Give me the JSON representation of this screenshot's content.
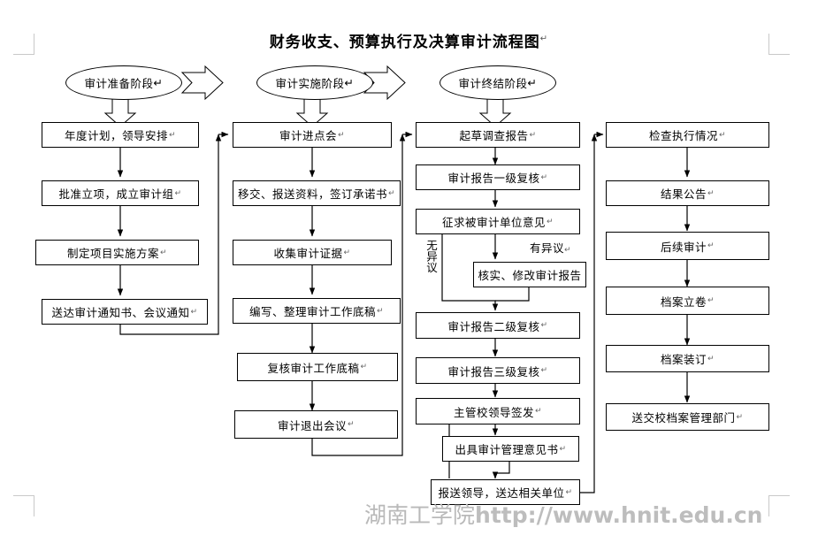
{
  "document": {
    "title": "财务收支、预算执行及决算审计流程图",
    "title_mark": "↵",
    "watermark_text": "湖南工学院",
    "watermark_url": "http://www.hnit.edu.cn"
  },
  "stages": [
    {
      "id": "stage-prepare",
      "label": "审计准备阶段",
      "mark": "↵"
    },
    {
      "id": "stage-execute",
      "label": "审计实施阶段",
      "mark": "↵"
    },
    {
      "id": "stage-conclude",
      "label": "审计终结阶段",
      "mark": "↵"
    }
  ],
  "columns": [
    {
      "id": "column-preparation",
      "nodes": [
        {
          "id": "node-annual-plan",
          "label": "年度计划，领导安排",
          "mark": "↵"
        },
        {
          "id": "node-approve-project",
          "label": "批准立项，成立审计组",
          "mark": "↵"
        },
        {
          "id": "node-implementation-plan",
          "label": "制定项目实施方案",
          "mark": "↵"
        },
        {
          "id": "node-deliver-notice",
          "label": "送达审计通知书、会议通知",
          "mark": "↵"
        }
      ]
    },
    {
      "id": "column-execution",
      "nodes": [
        {
          "id": "node-entry-meeting",
          "label": "审计进点会",
          "mark": "↵"
        },
        {
          "id": "node-submit-materials",
          "label": "移交、报送资料，签订承诺书",
          "mark": "↵"
        },
        {
          "id": "node-collect-evidence",
          "label": "收集审计证据",
          "mark": "↵"
        },
        {
          "id": "node-compile-worksheet",
          "label": "编写、整理审计工作底稿",
          "mark": "↵"
        },
        {
          "id": "node-review-worksheet",
          "label": "复核审计工作底稿",
          "mark": "↵"
        },
        {
          "id": "node-exit-meeting",
          "label": "审计退出会议",
          "mark": "↵"
        }
      ]
    },
    {
      "id": "column-report",
      "nodes": [
        {
          "id": "node-draft-report",
          "label": "起草调查报告",
          "mark": "↵"
        },
        {
          "id": "node-review-level-1",
          "label": "审计报告一级复核",
          "mark": "↵"
        },
        {
          "id": "node-solicit-opinion",
          "label": "征求被审计单位意见",
          "mark": "↵"
        },
        {
          "id": "node-verify-revise",
          "label": "核实、修改审计报告",
          "mark": ""
        },
        {
          "id": "node-review-level-2",
          "label": "审计报告二级复核",
          "mark": "↵"
        },
        {
          "id": "node-review-level-3",
          "label": "审计报告三级复核",
          "mark": "↵"
        },
        {
          "id": "node-leader-sign",
          "label": "主管校领导签发",
          "mark": "↵"
        },
        {
          "id": "node-issue-opinion",
          "label": "出具审计管理意见书",
          "mark": "↵"
        },
        {
          "id": "node-report-deliver",
          "label": "报送领导，送达相关单位",
          "mark": "↵"
        }
      ],
      "branch_labels": [
        {
          "id": "label-no-objection",
          "text": "无异议",
          "mark": "↵",
          "orientation": "vertical"
        },
        {
          "id": "label-has-objection",
          "text": "有异议",
          "mark": "↵",
          "orientation": "horizontal"
        }
      ]
    },
    {
      "id": "column-archive",
      "nodes": [
        {
          "id": "node-check-execution",
          "label": "检查执行情况",
          "mark": "↵"
        },
        {
          "id": "node-result-announce",
          "label": "结果公告",
          "mark": "↵"
        },
        {
          "id": "node-follow-up-audit",
          "label": "后续审计",
          "mark": "↵"
        },
        {
          "id": "node-archive-filing",
          "label": "档案立卷",
          "mark": "↵"
        },
        {
          "id": "node-archive-binding",
          "label": "档案装订",
          "mark": "↵"
        },
        {
          "id": "node-submit-archive",
          "label": "送交校档案管理部门",
          "mark": "↵"
        }
      ]
    }
  ],
  "colors": {
    "stroke": "#000000",
    "fill": "#ffffff",
    "text": "#000000",
    "watermark": "#b9b9b9",
    "cropmark": "#c9c9c9"
  }
}
